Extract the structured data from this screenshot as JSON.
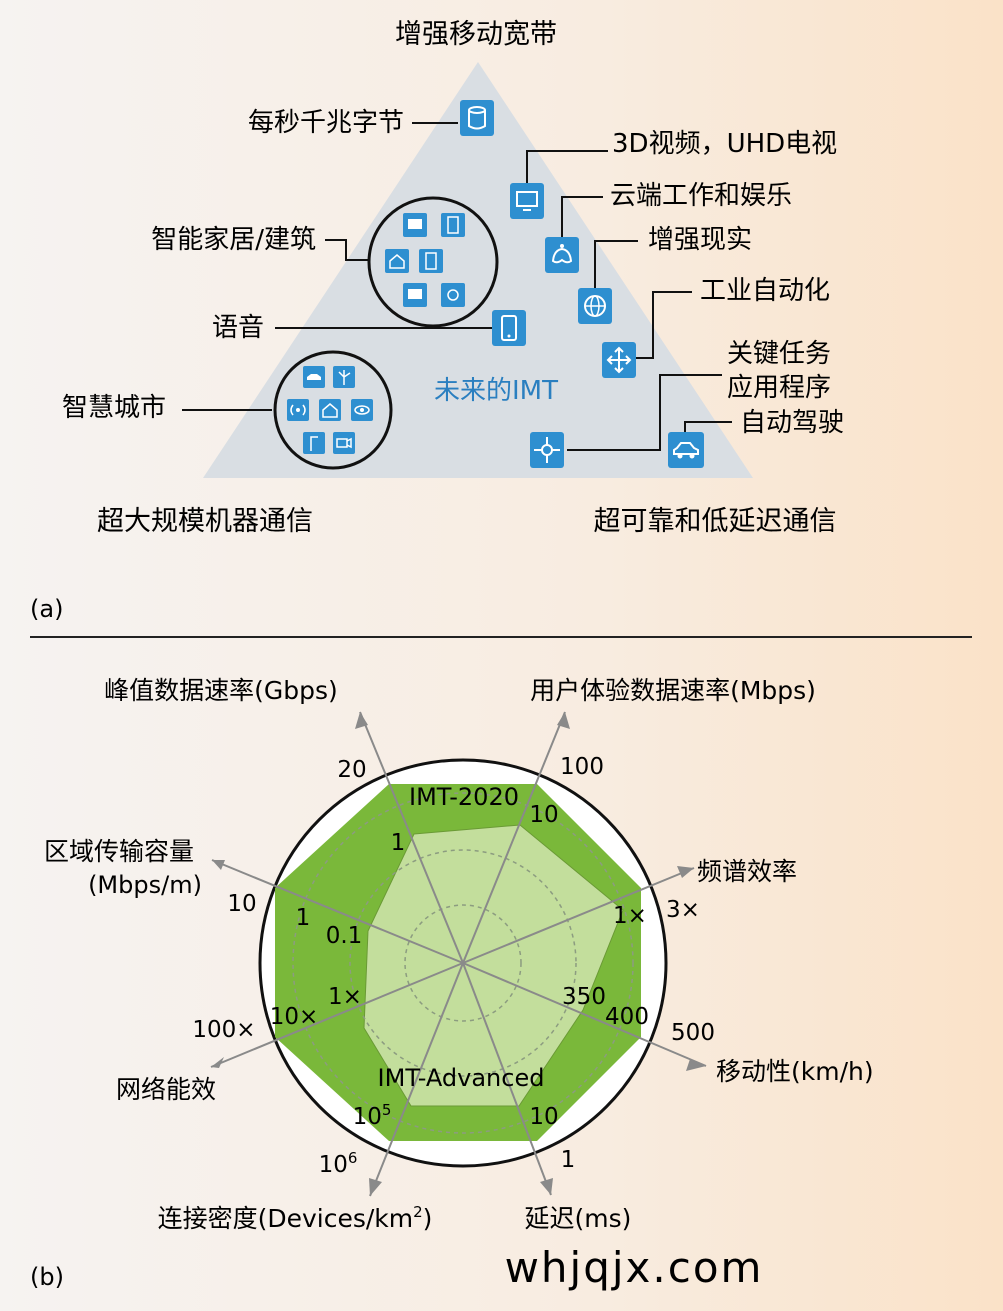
{
  "panel_a": {
    "caption": "(a)",
    "top_label": "增强移动宽带",
    "bottom_left_label": "超大规模机器通信",
    "bottom_right_label": "超可靠和低延迟通信",
    "center_label": "未来的IMT",
    "labels": {
      "gigabytes": "每秒千兆字节",
      "video": "3D视频，UHD电视",
      "cloud": "云端工作和娱乐",
      "smart_home": "智能家居/建筑",
      "ar": "增强现实",
      "industry": "工业自动化",
      "voice": "语音",
      "mission_line1": "关键任务",
      "mission_line2": "应用程序",
      "self_driving": "自动驾驶",
      "smart_city": "智慧城市"
    },
    "colors": {
      "triangle": "#d9dee3",
      "icon": "#2e8fd0",
      "center_text": "#2a7fc0"
    }
  },
  "panel_b": {
    "caption": "(b)",
    "watermark": "whjqjx.com",
    "series": {
      "outer": "IMT-2020",
      "inner": "IMT-Advanced"
    },
    "colors": {
      "outer_fill": "#7ab83a",
      "inner_fill": "#c3de9c",
      "axis": "#8a8a8a"
    },
    "axes": {
      "peak": "峰值数据速率(Gbps)",
      "user": "用户体验数据速率(Mbps)",
      "spectrum": "频谱效率",
      "mobility": "移动性(km/h)",
      "latency": "延迟(ms)",
      "density_prefix": "连接密度(Devices/km",
      "density_sup": "2",
      "density_suffix": ")",
      "energy": "网络能效",
      "area_line1": "区域传输容量",
      "area_line2": "(Mbps/m)"
    },
    "ticks": {
      "peak_outer": "20",
      "peak_inner": "1",
      "user_outer": "100",
      "user_inner": "10",
      "spectrum_outer": "3×",
      "spectrum_inner": "1×",
      "mobility_outer": "500",
      "mobility_mid": "400",
      "mobility_inner": "350",
      "latency_outer": "1",
      "latency_inner": "10",
      "density_outer_base": "10",
      "density_outer_exp": "6",
      "density_inner_base": "10",
      "density_inner_exp": "5",
      "energy_outer": "100×",
      "energy_mid": "10×",
      "energy_inner": "1×",
      "area_outer": "10",
      "area_mid": "1",
      "area_inner": "0.1"
    }
  }
}
